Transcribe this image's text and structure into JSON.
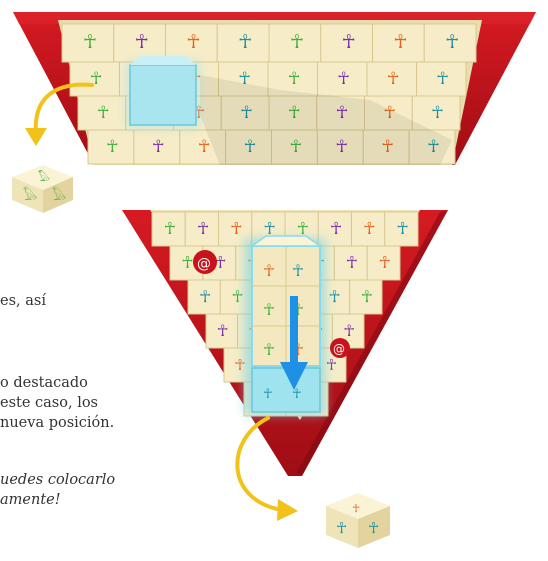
{
  "instructions": {
    "line1": "es, así",
    "line2": "o destacado",
    "line3": "este caso, los",
    "line4": "nueva posición.",
    "tip1": "uedes colocarlo",
    "tip2": "amente!"
  },
  "colors": {
    "board_red": "#c8121c",
    "board_red_dark": "#8e0b12",
    "tile_face": "#f6ecc7",
    "tile_side": "#e4d5a6",
    "highlight_cyan": "#7fd6e6",
    "arrow_yellow": "#f2c21b",
    "arrow_blue": "#1e90e6",
    "glyph_green": "#3fae3a",
    "glyph_purple": "#7b2fa6",
    "glyph_orange": "#e8621c",
    "glyph_teal": "#1e8fa0"
  },
  "icons": [
    "ankh-glyph",
    "heron-glyph",
    "eye-of-horus-glyph",
    "spiral-glyph",
    "tied-cross-glyph"
  ]
}
